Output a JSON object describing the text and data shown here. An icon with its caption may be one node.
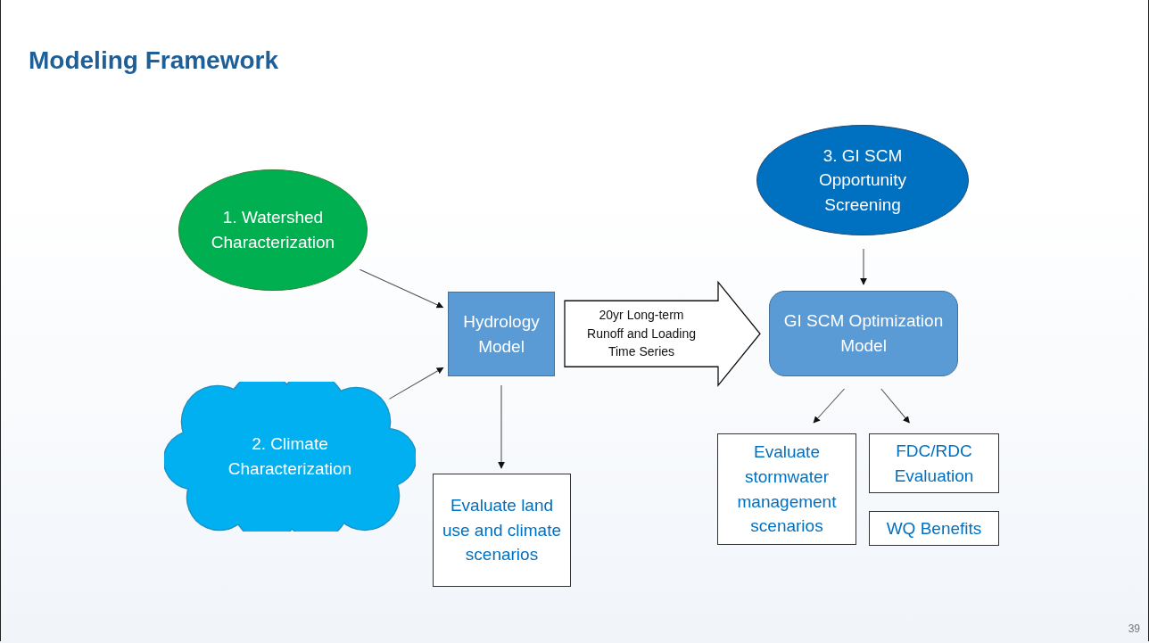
{
  "diagram": {
    "title": "Modeling Framework",
    "nodes": [
      {
        "text": [
          "1. Watershed Characterization"
        ]
      },
      {
        "text": [
          "2. Climate Characterization"
        ]
      },
      {
        "text": [
          "3. GI SCM Opportunity Screening"
        ]
      },
      {
        "text": [
          "Hydrology Model"
        ]
      },
      {
        "text": [
          "GI SCM Optimization Model"
        ]
      },
      {
        "text": [
          "Evaluate land use and climate scenarios"
        ]
      },
      {
        "text": [
          "Evaluate stormwater management scenarios"
        ]
      },
      {
        "text": [
          "FDC/RDC Evaluation"
        ]
      },
      {
        "text": [
          "WQ Benefits"
        ]
      }
    ],
    "edges": [
      {
        "from": 0,
        "to": 3,
        "arrow": "to"
      },
      {
        "from": 1,
        "to": 3,
        "arrow": "to"
      },
      {
        "from": 2,
        "to": 4,
        "arrow": "to"
      },
      {
        "from": 3,
        "to": 5,
        "arrow": "to"
      },
      {
        "from": 3,
        "to": 4,
        "arrow": "to",
        "label": "20yr Long-term Runoff and Loading Time Series",
        "style": "thick"
      },
      {
        "from": 4,
        "to": 6,
        "arrow": "to"
      },
      {
        "from": 4,
        "to": 7,
        "arrow": "to"
      }
    ],
    "labels": [
      "39"
    ]
  }
}
